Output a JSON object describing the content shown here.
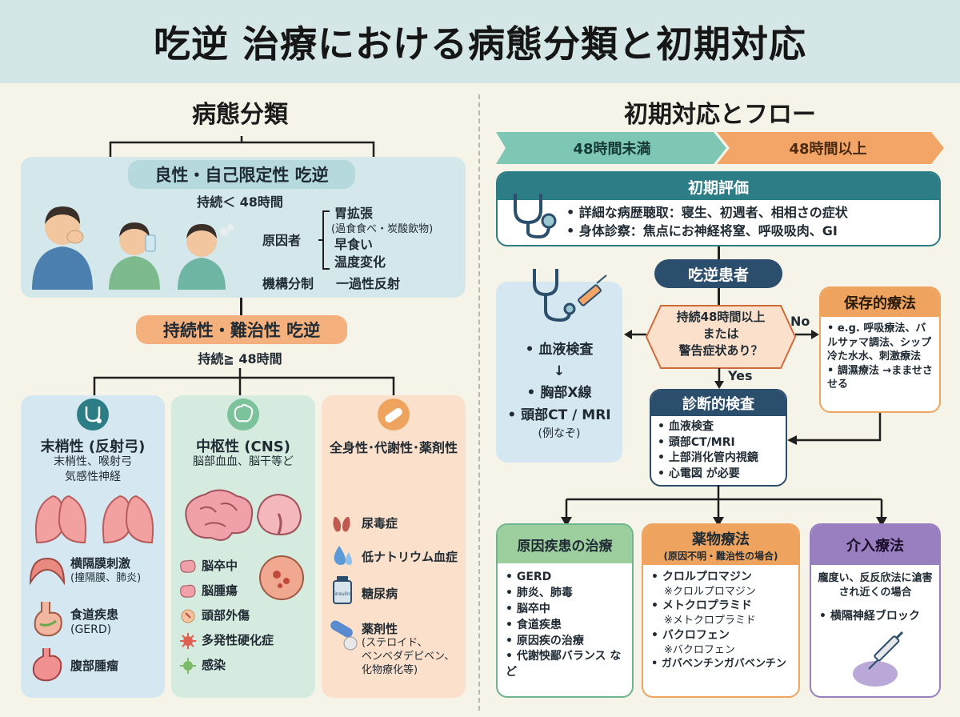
{
  "title": "吃逆 治療における病態分類と初期対応",
  "left": {
    "title": "病態分類",
    "benign": {
      "label": "良性・自己限定性 吃逆",
      "duration": "持続＜ 48時間",
      "causes_label": "原因者",
      "causes": [
        "胃拡張",
        "(過食食べ・炭酸飲物)",
        "早食い",
        "温度変化"
      ],
      "mechanism_label": "機構分制",
      "mechanism": "一過性反射"
    },
    "persistent": {
      "label": "持続性・難治性 吃逆",
      "duration": "持続≧ 48時間"
    },
    "peripheral": {
      "title": "末梢性 (反射弓)",
      "subtitle": [
        "末梢性、喉射弓",
        "気感性神経"
      ],
      "items": [
        {
          "icon": "diaphragm-icon",
          "lines": [
            "横隔膜刺激",
            "(撞隔膜、肺炎)"
          ]
        },
        {
          "icon": "stomach-icon",
          "lines": [
            "食道疾患",
            "(GERD)"
          ]
        },
        {
          "icon": "abdomen-icon",
          "lines": [
            "腹部腫瘤"
          ]
        }
      ]
    },
    "central": {
      "title": "中枢性 (CNS)",
      "subtitle": "脳部血血、脳干等ど",
      "items": [
        "脳卒中",
        "脳腫瘍",
        "頭部外傷",
        "多発性硬化症",
        "感染"
      ]
    },
    "systemic": {
      "title": "全身性･代謝性･薬剤性",
      "items": [
        {
          "icon": "kidney-icon",
          "lines": [
            "尿毒症"
          ]
        },
        {
          "icon": "droplet-icon",
          "lines": [
            "低ナトリウム血症"
          ]
        },
        {
          "icon": "insulin-vial-icon",
          "lines": [
            "糖尿病"
          ],
          "vial_label": "insulin"
        },
        {
          "icon": "pill-icon",
          "lines": [
            "薬剤性",
            "(ステロイド、",
            "ベンベダデピベン、",
            "化物療化等)"
          ]
        }
      ]
    }
  },
  "right": {
    "title": "初期対応とフロー",
    "arrow_left": "48時間未満",
    "arrow_right": "48時間以上",
    "assessment": {
      "title": "初期評価",
      "items": [
        "詳細な病歴聴取：寝生、初週者、相相さの症状",
        "身体診察：焦点にお神経将窒、呼吸吸肉、GI"
      ]
    },
    "patient": "吃逆患者",
    "tests_left": {
      "items": [
        "血液検査",
        "↓",
        "胸部X線",
        "頭部CT / MRI"
      ],
      "note": "(例なぞ)"
    },
    "decision": [
      "持続48時間以上",
      "または",
      "警告症状あり？"
    ],
    "no_label": "No",
    "yes_label": "Yes",
    "conservative": {
      "title": "保存的療法",
      "items": [
        "e.g. 呼吸療法、バルサァマ調法、シップ冷た水水、刺激療法",
        "調濕療法 →まませさせる"
      ]
    },
    "diagnostic": {
      "title": "診断的検査",
      "items": [
        "血液検査",
        "頭部CT/MRI",
        "上部消化管内視鏡",
        "心電図 が必要"
      ]
    },
    "cause_treatment": {
      "title": "原因疾患の治療",
      "items": [
        "GERD",
        "肺炎、肺毒",
        "脳卒中",
        "食道疾患",
        "原因疾の治療",
        "代謝怏鄙バランス など"
      ]
    },
    "drug": {
      "title": "薬物療法",
      "subtitle": "(原因不明・難治性の場合)",
      "items": [
        {
          "name": "クロルプロマジン",
          "sub": "※クロルプロマジン"
        },
        {
          "name": "メトクロプラミド",
          "sub": "※メトクロプラミド"
        },
        {
          "name": "バクロフェン",
          "sub": "※バクロフェン"
        },
        {
          "name": "ガバベンチンガバベンチン",
          "sub": ""
        }
      ]
    },
    "intervention": {
      "title": "介入療法",
      "desc": "龐度い、反反欣法に滄害され近くの場合",
      "items": [
        "横隔神経ブロック"
      ]
    }
  },
  "colors": {
    "header_bg": "#d5e6e6",
    "benign_box": "#d4e7ea",
    "benign_pill": "#b6d9de",
    "persistent_pill": "#f5b17d",
    "peripheral_box": "#d5e7f0",
    "central_box": "#d6ebe0",
    "systemic_box": "#fbe0cc",
    "arrow_teal": "#7fc7b5",
    "arrow_orange": "#f3a567",
    "navy": "#2c4e6d",
    "teal_dark": "#2d7d86",
    "orange": "#eea45e",
    "green": "#9ccf9d",
    "purple": "#9a7fc0"
  }
}
